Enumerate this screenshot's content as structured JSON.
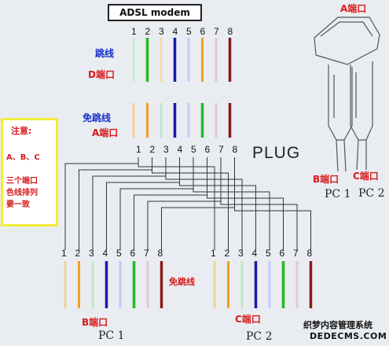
{
  "title": "ADSL modem",
  "pin_numbers": [
    "1",
    "2",
    "3",
    "4",
    "5",
    "6",
    "7",
    "8"
  ],
  "labels": {
    "crossover": "跳线",
    "port_d": "D端口",
    "straight_top": "免跳线",
    "port_a_left": "A端口",
    "port_a_top": "A端口",
    "plug": "PLUG",
    "port_b_right": "B端口",
    "port_c_right": "C端口",
    "pc1_right": "PC 1",
    "pc2_right": "PC 2",
    "straight_bottom": "免跳线",
    "port_b_bottom": "B端口",
    "port_c_bottom": "C端口",
    "pc1_bottom": "PC 1",
    "pc2_bottom": "PC 2"
  },
  "note": {
    "title": "注意:",
    "line1": "A、B、C",
    "line2": "三个端口",
    "line3": "色线排列",
    "line4": "要一致"
  },
  "watermark": {
    "line1": "织梦内容管理系统",
    "line2": "DEDECMS.COM"
  },
  "colors": {
    "pin1": "#f2cf9c",
    "pin2": "#f0a020",
    "pin3": "#bfe8c6",
    "pin4": "#1a1aa8",
    "pin5": "#c6c6ff",
    "pin6": "#22bb22",
    "pin7": "#ecc7c7",
    "pin8": "#8b1a1a",
    "crossover_order": [
      "#c8ecd0",
      "#22bb22",
      "#f5d9a8",
      "#1a1aa8",
      "#c6c6ff",
      "#f0a020",
      "#ecc7c7",
      "#8b1a1a"
    ]
  }
}
